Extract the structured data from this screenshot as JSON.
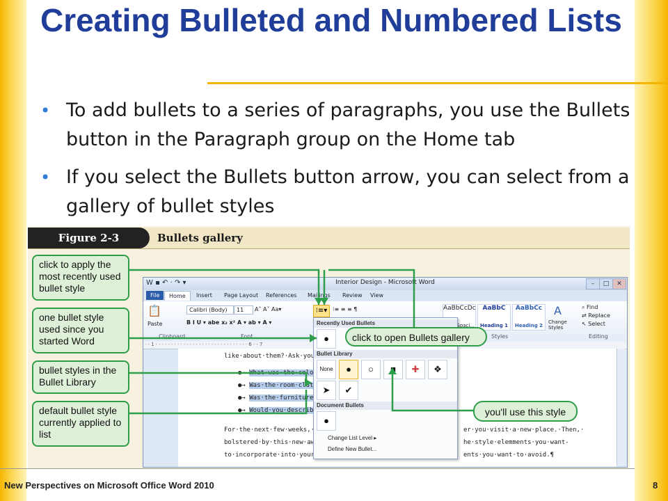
{
  "slide": {
    "title": "Creating Bulleted and Numbered Lists",
    "bullets": [
      "To add bullets to a series of paragraphs, you use the Bullets button in the Paragraph group on the Home tab",
      "If you select the Bullets button arrow, you can select from a gallery of bullet styles"
    ],
    "footer_left": "New Perspectives on Microsoft Office Word 2010",
    "page_number": "8",
    "colors": {
      "title": "#1f3d99",
      "accent": "#f4b400",
      "bullet": "#2e7fd5",
      "callout_border": "#2f9e4a",
      "callout_fill": "#dff0d8"
    }
  },
  "figure": {
    "label": "Figure 2-3",
    "caption": "Bullets gallery",
    "callouts": [
      "click to apply the most recently used bullet style",
      "one bullet style used since you started Word",
      "bullet styles in the Bullet Library",
      "default bullet style currently applied to list",
      "click to open Bullets gallery",
      "you'll use this style"
    ]
  },
  "word": {
    "window_title": "Interior Design - Microsoft Word",
    "tabs": [
      "File",
      "Home",
      "Insert",
      "Page Layout",
      "References",
      "Mailings",
      "Review",
      "View"
    ],
    "font_name": "Calibri (Body)",
    "font_size": "11",
    "groups": [
      "Clipboard",
      "Font",
      "Styles",
      "Editing"
    ],
    "paste_label": "Paste",
    "styles": [
      {
        "preview": "AaBbCcDc",
        "name": "¶ No Spaci..."
      },
      {
        "preview": "AaBbC",
        "name": "Heading 1"
      },
      {
        "preview": "AaBbCc",
        "name": "Heading 2"
      }
    ],
    "change_styles": "Change Styles",
    "editing": [
      "Find",
      "Replace",
      "Select"
    ],
    "doc_lines": [
      "like·about·them?·Ask·yourse",
      "What·was·the·color",
      "Was·the·room·clutt",
      "Was·the·furniture·m",
      "Would·you·describe"
    ],
    "doc_para": [
      "For·the·next·few·weeks,·con",
      "bolstered·by·this·new·aware",
      "to·incorporate·into·your·ow"
    ],
    "doc_right": [
      "er·you·visit·a·new·place.·Then,·",
      "he·style·elemments·you·want-",
      "ents·you·want·to·avoid.¶"
    ],
    "gallery": {
      "recent_header": "Recently Used Bullets",
      "library_header": "Bullet Library",
      "document_header": "Document Bullets",
      "none_label": "None",
      "library_symbols": [
        "●",
        "○",
        "■",
        "✚",
        "❖",
        "➤",
        "✔"
      ],
      "recent_symbol": "●",
      "document_symbol": "●",
      "menu": [
        "Change List Level",
        "Define New Bullet..."
      ]
    }
  }
}
